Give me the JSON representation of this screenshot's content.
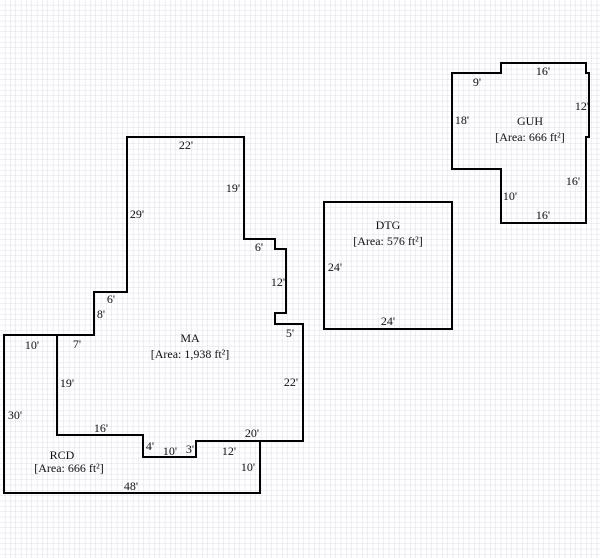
{
  "areas": {
    "ma": {
      "name": "MA",
      "area": "[Area: 1,938 ft²]",
      "dims": [
        "22'",
        "19'",
        "29'",
        "6'",
        "12'",
        "6'",
        "8'",
        "5'",
        "7'",
        "19'",
        "22'",
        "16'",
        "20'",
        "4'",
        "10'",
        "3'",
        "12'",
        "10'"
      ]
    },
    "rcd": {
      "name": "RCD",
      "area": "[Area: 666 ft²]",
      "dims": [
        "10'",
        "30'",
        "48'"
      ]
    },
    "dtg": {
      "name": "DTG",
      "area": "[Area: 576 ft²]",
      "dims": [
        "24'",
        "24'"
      ]
    },
    "guh": {
      "name": "GUH",
      "area": "[Area: 666 ft²]",
      "dims": [
        "9'",
        "16'",
        "12'",
        "18'",
        "16'",
        "10'",
        "16'"
      ]
    }
  },
  "colors": {
    "grid": "#d4d4e4",
    "wall": "#000000"
  }
}
